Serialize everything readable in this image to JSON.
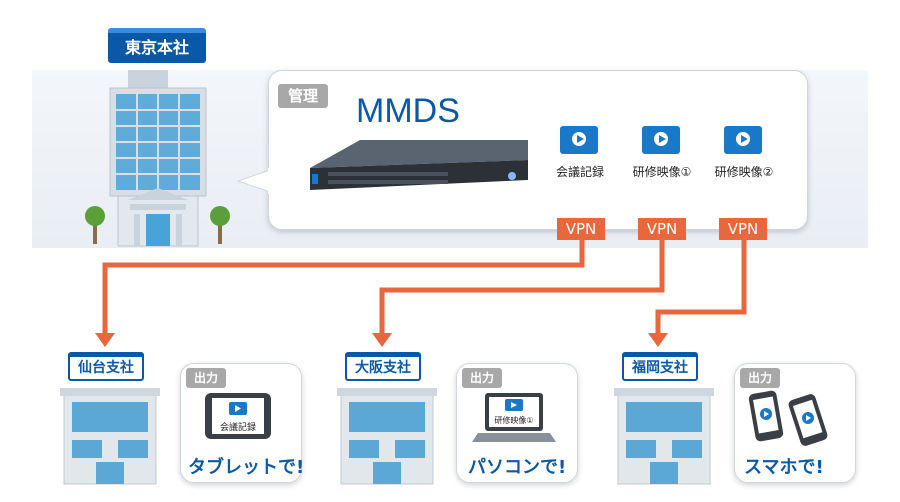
{
  "hq": {
    "label": "東京本社"
  },
  "management": {
    "tag": "管理",
    "product": "MMDS"
  },
  "contents": [
    {
      "label": "会議記録"
    },
    {
      "label": "研修映像①"
    },
    {
      "label": "研修映像②"
    }
  ],
  "vpn_label": "VPN",
  "branches": [
    {
      "label": "仙台支社",
      "output_tag": "出力",
      "device_caption": "会議記録",
      "output_text": "タブレットで!"
    },
    {
      "label": "大阪支社",
      "output_tag": "出力",
      "device_caption": "研修映像①",
      "output_text": "パソコンで!"
    },
    {
      "label": "福岡支社",
      "output_tag": "出力",
      "device_caption": "",
      "output_text": "スマホで!"
    }
  ],
  "colors": {
    "accent": "#0a59a8",
    "vpn": "#e8673c",
    "video": "#1a78c8",
    "tag": "#a8a8a8"
  }
}
